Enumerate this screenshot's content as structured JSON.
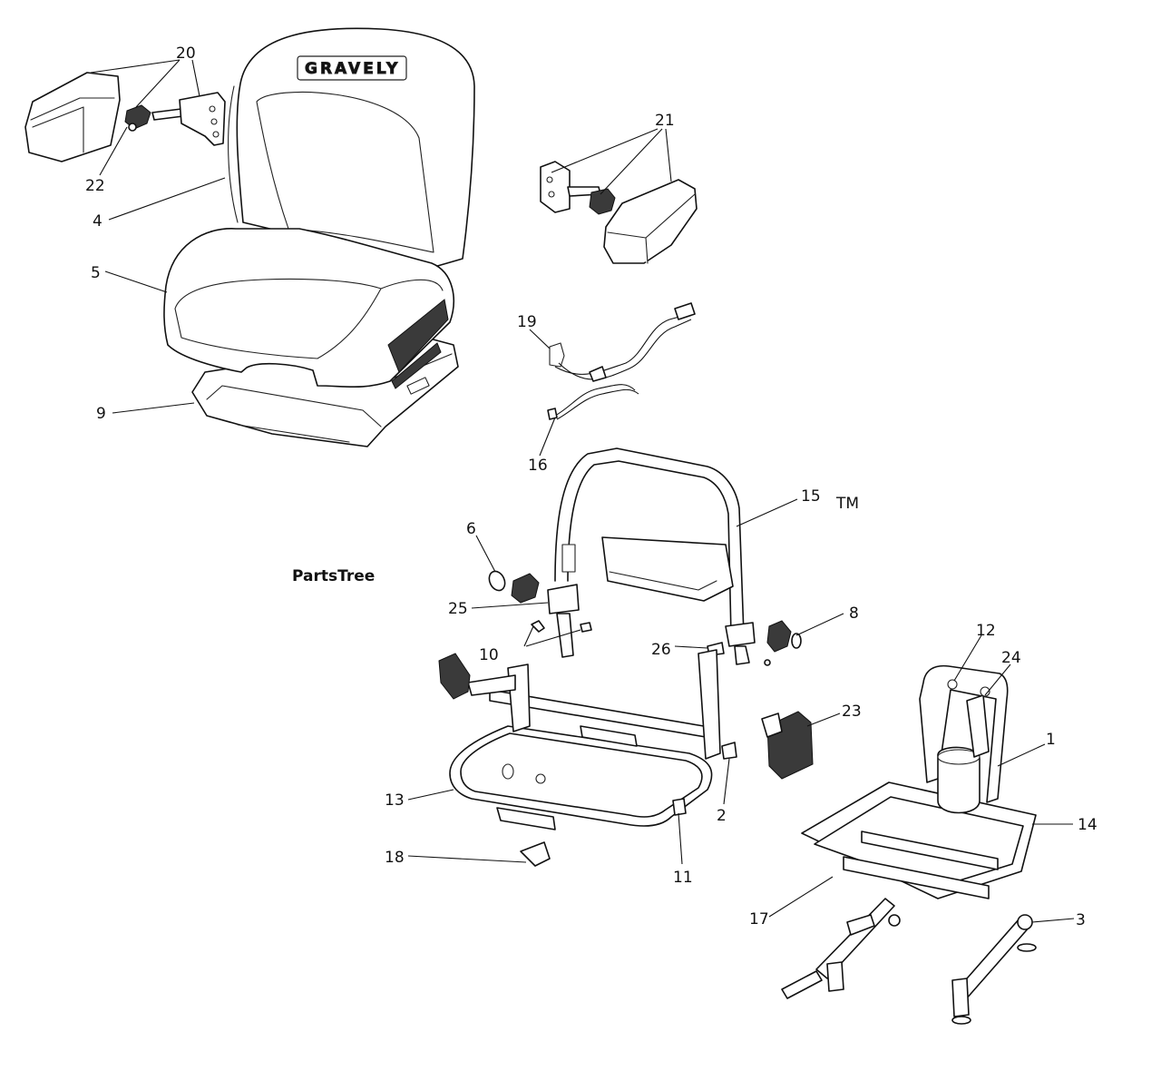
{
  "watermark": {
    "text": "PartsTree",
    "trademark": "TM"
  },
  "seat_logo": "GRAVELY",
  "parts": [
    {
      "number": "1"
    },
    {
      "number": "2"
    },
    {
      "number": "3"
    },
    {
      "number": "4"
    },
    {
      "number": "5"
    },
    {
      "number": "6"
    },
    {
      "number": "8"
    },
    {
      "number": "9"
    },
    {
      "number": "10"
    },
    {
      "number": "11"
    },
    {
      "number": "12"
    },
    {
      "number": "13"
    },
    {
      "number": "14"
    },
    {
      "number": "15"
    },
    {
      "number": "16"
    },
    {
      "number": "17"
    },
    {
      "number": "18"
    },
    {
      "number": "19"
    },
    {
      "number": "20"
    },
    {
      "number": "21"
    },
    {
      "number": "22"
    },
    {
      "number": "23"
    },
    {
      "number": "24"
    },
    {
      "number": "25"
    },
    {
      "number": "26"
    }
  ]
}
